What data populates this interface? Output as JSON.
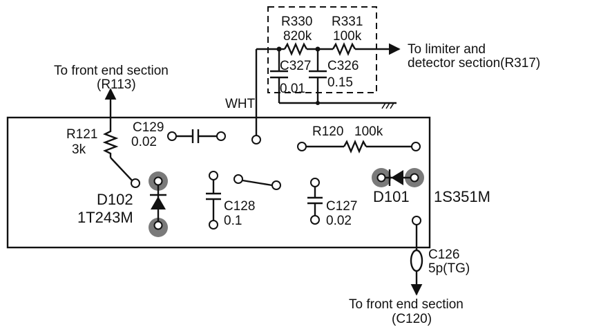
{
  "colors": {
    "ink": "#111111",
    "solder_pad": "#7a7a7a",
    "background": "#ffffff"
  },
  "labels": {
    "r330": "R330",
    "r330_val": "820k",
    "r331": "R331",
    "r331_val": "100k",
    "c327": "C327",
    "c327_val": "0.01",
    "c326": "C326",
    "c326_val": "0.15",
    "to_limiter_1": "To limiter and",
    "to_limiter_2": "detector section(R317)",
    "to_front_top_1": "To front end section",
    "to_front_top_2": "(R113)",
    "wht": "WHT",
    "r121": "R121",
    "r121_val": "3k",
    "c129": "C129",
    "c129_val": "0.02",
    "r120": "R120",
    "r120_val": "100k",
    "d102": "D102",
    "d102_part": "1T243M",
    "c128": "C128",
    "c128_val": "0.1",
    "c127": "C127",
    "c127_val": "0.02",
    "d101": "D101",
    "d101_part": "1S351M",
    "c126": "C126",
    "c126_val": "5p(TG)",
    "to_front_bottom_1": "To front end section",
    "to_front_bottom_2": "(C120)"
  }
}
